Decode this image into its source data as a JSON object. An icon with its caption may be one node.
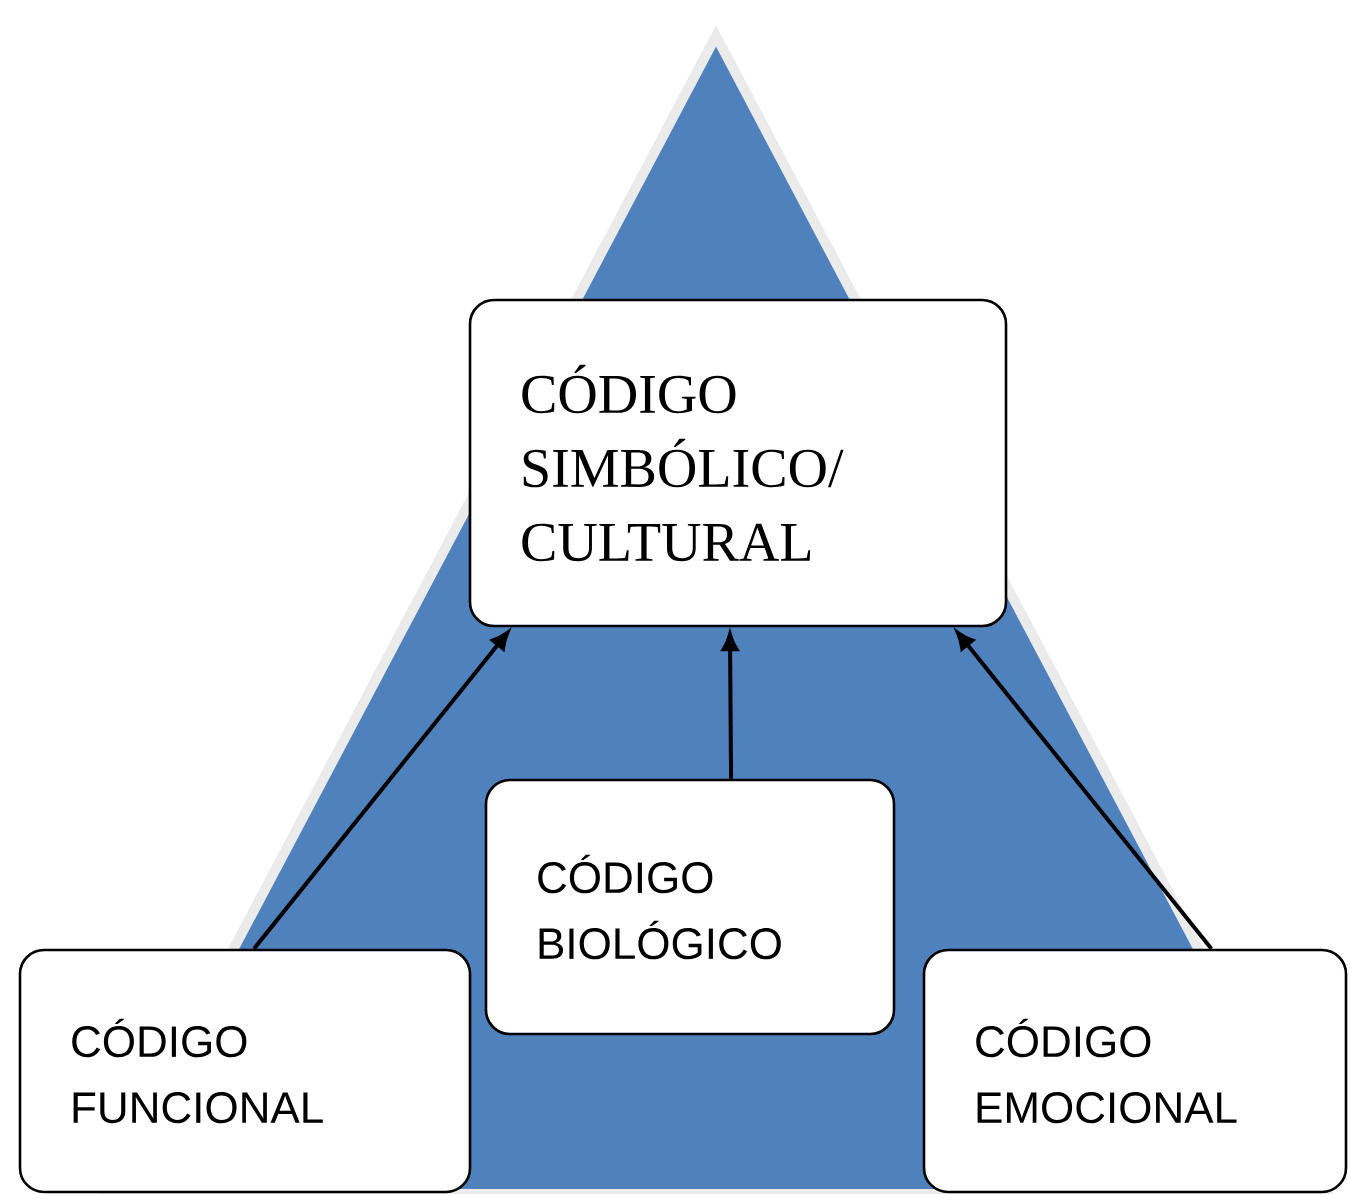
{
  "diagram": {
    "nodes": [
      {
        "text": [
          "CÓDIGO SIMBÓLICO/ CULTURAL"
        ]
      },
      {
        "text": [
          "CÓDIGO BIOLÓGICO"
        ]
      },
      {
        "text": [
          "CÓDIGO FUNCIONAL"
        ]
      },
      {
        "text": [
          "CÓDIGO EMOCIONAL"
        ]
      }
    ],
    "edges": [
      {
        "from": 2,
        "to": 0,
        "arrow": "to"
      },
      {
        "from": 1,
        "to": 0,
        "arrow": "to"
      },
      {
        "from": 3,
        "to": 0,
        "arrow": "to"
      }
    ]
  }
}
